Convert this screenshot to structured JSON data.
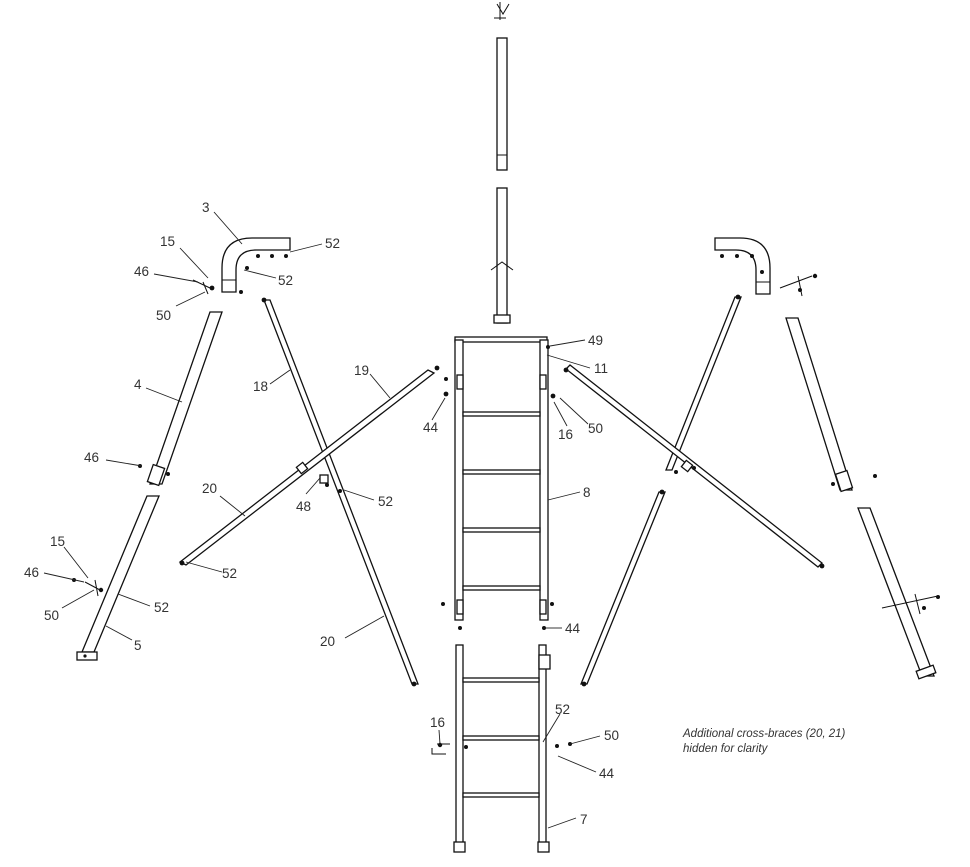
{
  "callouts": [
    {
      "id": "c3",
      "text": "3"
    },
    {
      "id": "c52a",
      "text": "52"
    },
    {
      "id": "c15a",
      "text": "15"
    },
    {
      "id": "c46a",
      "text": "46"
    },
    {
      "id": "c52b",
      "text": "52"
    },
    {
      "id": "c50a",
      "text": "50"
    },
    {
      "id": "c4",
      "text": "4"
    },
    {
      "id": "c18",
      "text": "18"
    },
    {
      "id": "c19",
      "text": "19"
    },
    {
      "id": "c49",
      "text": "49"
    },
    {
      "id": "c11",
      "text": "11"
    },
    {
      "id": "c44a",
      "text": "44"
    },
    {
      "id": "c16a",
      "text": "16"
    },
    {
      "id": "c50b",
      "text": "50"
    },
    {
      "id": "c46b",
      "text": "46"
    },
    {
      "id": "c20a",
      "text": "20"
    },
    {
      "id": "c8",
      "text": "8"
    },
    {
      "id": "c48",
      "text": "48"
    },
    {
      "id": "c52c",
      "text": "52"
    },
    {
      "id": "c15b",
      "text": "15"
    },
    {
      "id": "c46c",
      "text": "46"
    },
    {
      "id": "c52d",
      "text": "52"
    },
    {
      "id": "c50c",
      "text": "50"
    },
    {
      "id": "c52e",
      "text": "52"
    },
    {
      "id": "c5",
      "text": "5"
    },
    {
      "id": "c20b",
      "text": "20"
    },
    {
      "id": "c44b",
      "text": "44"
    },
    {
      "id": "c52f",
      "text": "52"
    },
    {
      "id": "c16b",
      "text": "16"
    },
    {
      "id": "c50d",
      "text": "50"
    },
    {
      "id": "c44c",
      "text": "44"
    },
    {
      "id": "c7",
      "text": "7"
    }
  ],
  "note": {
    "line1": "Additional cross-braces (20, 21)",
    "line2": "hidden for clarity"
  }
}
